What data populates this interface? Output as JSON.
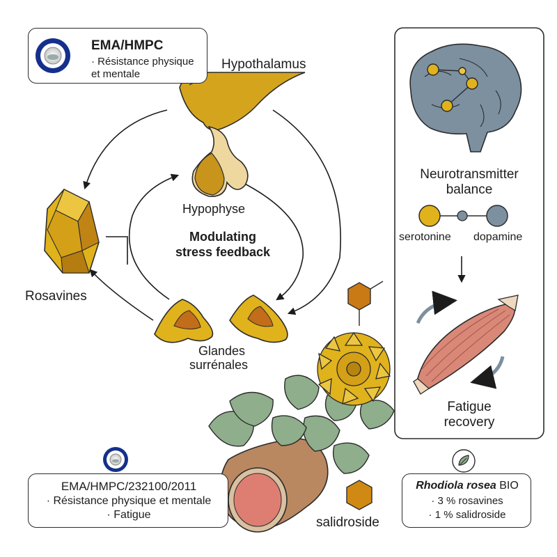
{
  "badge_top": {
    "title": "EMA/HMPC",
    "lines": [
      "· Résistance physique",
      "et mentale"
    ]
  },
  "badge_bottom": {
    "title": "EMA/HMPC/232100/2011",
    "lines": [
      "· Résistance physique et mentale",
      "· Fatigue"
    ]
  },
  "product_card": {
    "title": "Rhodiola rosea",
    "title_suffix": "BIO",
    "lines": [
      "· 3 % rosavines",
      "· 1 % salidroside"
    ]
  },
  "labels": {
    "hypothalamus": "Hypothalamus",
    "hypophyse": "Hypophyse",
    "center_line1": "Modulating",
    "center_line2": "stress feedback",
    "rosavines": "Rosavines",
    "glandes_line1": "Glandes",
    "glandes_line2": "surrénales",
    "salidroside": "salidroside"
  },
  "right_panel": {
    "nt_line1": "Neurotransmitter",
    "nt_line2": "balance",
    "serotonine": "serotonine",
    "dopamine": "dopamine",
    "fatigue_line1": "Fatigue",
    "fatigue_line2": "recovery"
  },
  "icons": {
    "ema_badge": "ema-seal-icon",
    "leaf": "leaf-icon",
    "brain": "brain-icon",
    "muscle": "muscle-icon",
    "crystal": "crystal-icon",
    "hexagon": "hexagon-icon",
    "plant": "rhodiola-plant-icon"
  },
  "colors": {
    "gold": "#e0b21c",
    "gold_dark": "#b88410",
    "blue_grey": "#7c90a0",
    "muscle": "#d98878",
    "badge_blue": "#15308c",
    "leaf_green": "#8fae8c",
    "root": "#b98860"
  }
}
